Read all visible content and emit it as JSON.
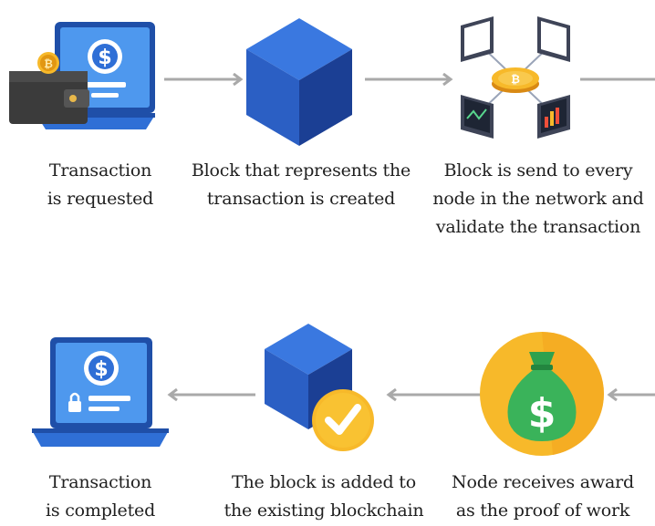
{
  "steps": [
    {
      "id": "request",
      "lines": [
        "Transaction",
        "is requested"
      ]
    },
    {
      "id": "create",
      "lines": [
        "Block that represents the",
        "transaction is created"
      ]
    },
    {
      "id": "broadcast",
      "lines": [
        "Block is send to every",
        "node in the network and",
        "validate  the transaction"
      ]
    },
    {
      "id": "reward",
      "lines": [
        "Node receives award",
        "as the proof of work"
      ]
    },
    {
      "id": "append",
      "lines": [
        "The block is added to",
        "the existing  blockchain"
      ]
    },
    {
      "id": "complete",
      "lines": [
        "Transaction",
        "is completed"
      ]
    }
  ],
  "icons": {
    "laptop_top": {
      "name": "laptop-dollar-icon",
      "coin_symbol": "₿"
    },
    "cube_top": {
      "name": "blockchain-cube-icon"
    },
    "network": {
      "name": "network-nodes-icon",
      "coin_symbol": "₿"
    },
    "money_bag": {
      "name": "money-bag-icon",
      "symbol": "$"
    },
    "cube_check": {
      "name": "cube-check-icon"
    },
    "laptop_bottom": {
      "name": "laptop-dollar-lock-icon"
    }
  },
  "colors": {
    "blue_dark": "#1f4fa8",
    "blue_mid": "#2f6fd6",
    "blue_light": "#4e98ee",
    "cube_top": "#3a78e0",
    "cube_left": "#2b5fc4",
    "cube_right": "#1b3f94",
    "gold": "#f7b92a",
    "gold_dark": "#e29712",
    "green": "#3ab35a",
    "arrow": "#a9a9a9",
    "text": "#1f1f1f"
  }
}
